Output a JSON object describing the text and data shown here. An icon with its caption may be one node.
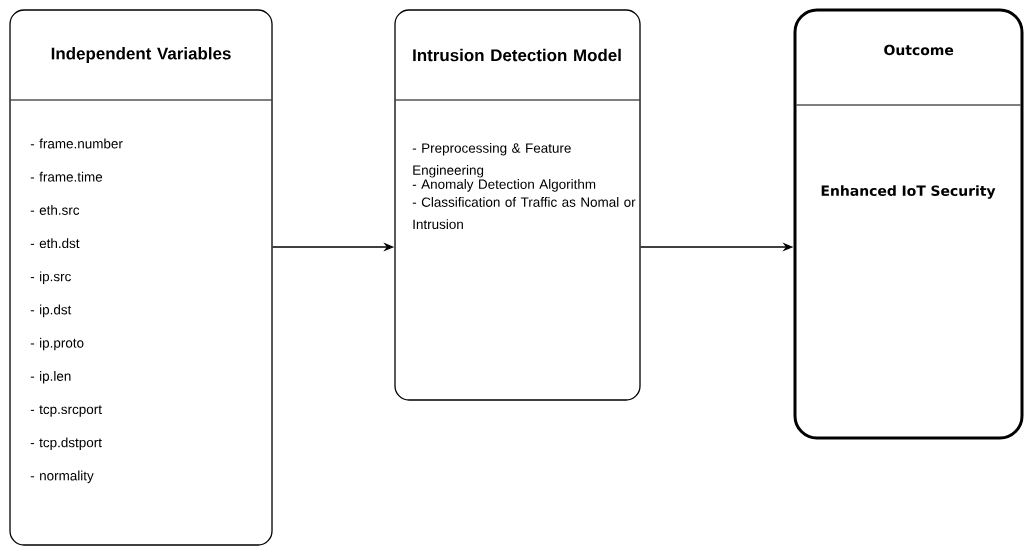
{
  "diagram": {
    "nodes": [
      {
        "text": [
          "Independent Variables",
          "- frame.number",
          "- frame.time",
          "- eth.src",
          "- eth.dst",
          "- ip.src",
          "- ip.dst",
          "- ip.proto",
          "- ip.len",
          "- tcp.srcport",
          "- tcp.dstport",
          "- normality"
        ]
      },
      {
        "text": [
          "Intrusion Detection Model",
          "- Preprocessing & Feature Engineering",
          "- Anomaly Detection Algorithm",
          "- Classification of Traffic as Nomal or Intrusion"
        ]
      },
      {
        "text": [
          "Outcome",
          "Enhanced IoT Security"
        ]
      }
    ],
    "edges": [
      {
        "from": 0,
        "to": 1,
        "arrow": "to"
      },
      {
        "from": 1,
        "to": 2,
        "arrow": "to"
      }
    ]
  }
}
